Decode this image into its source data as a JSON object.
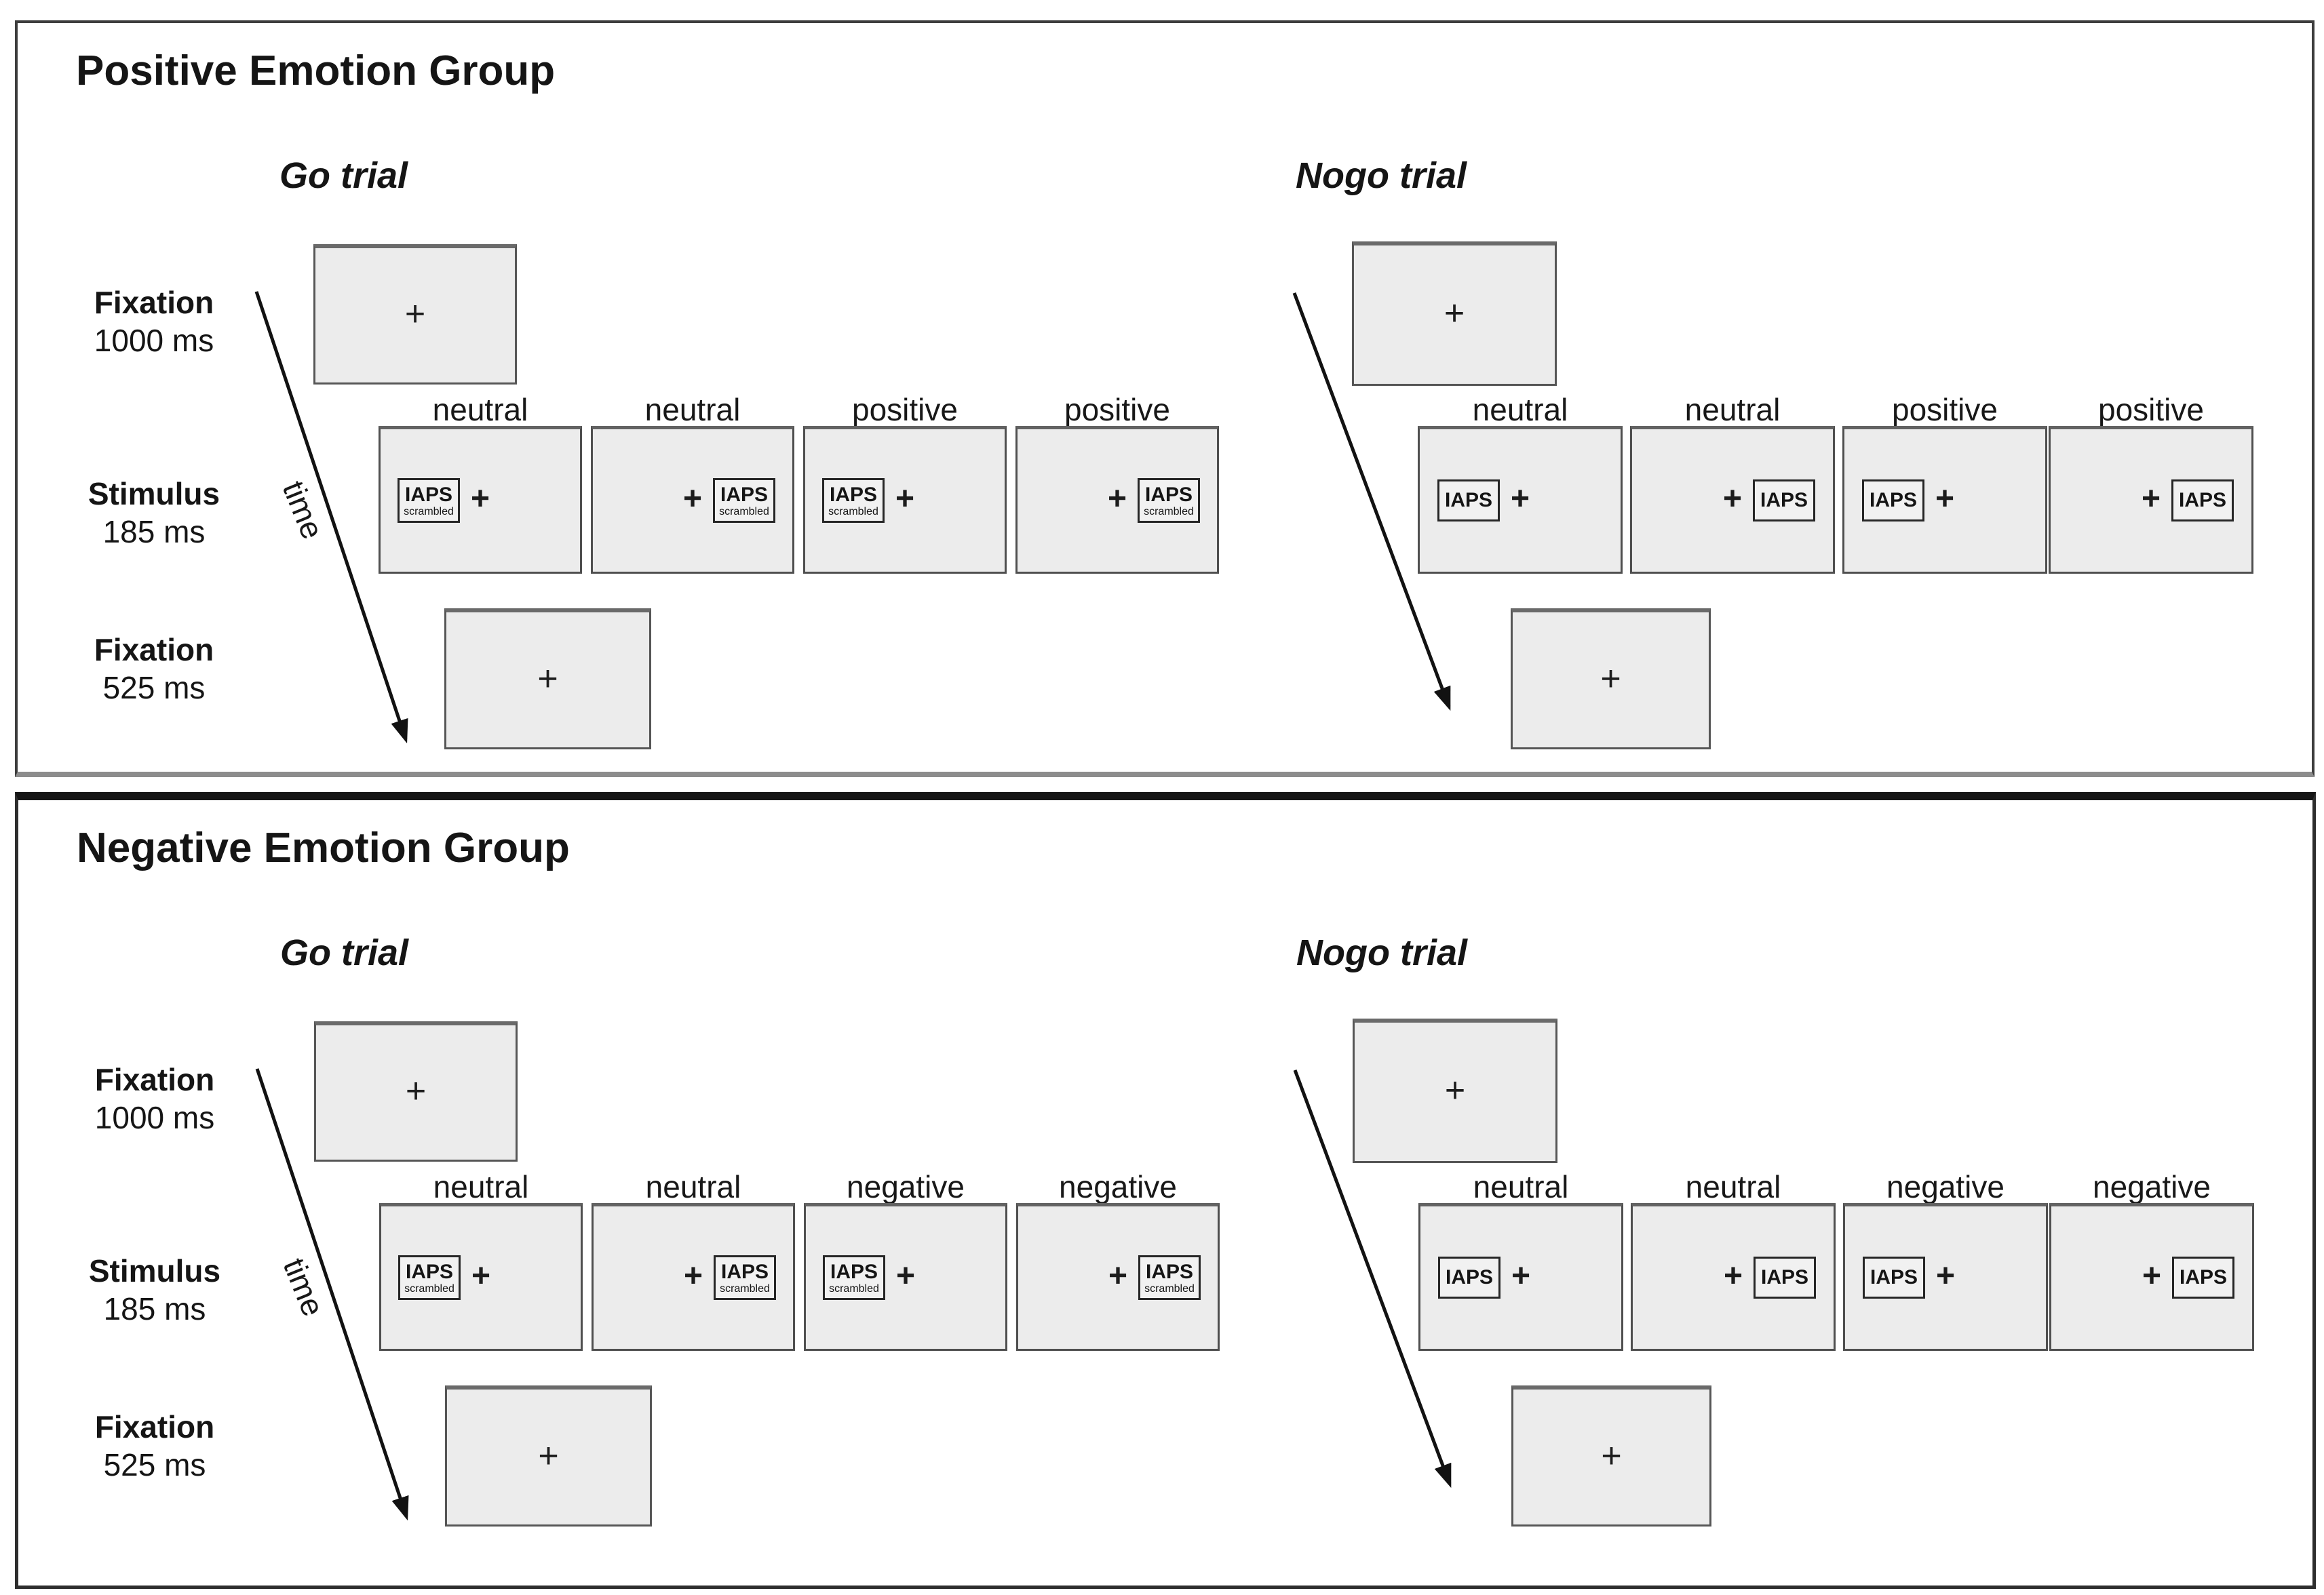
{
  "figure": {
    "background_color": "#ffffff",
    "screen_fill_color": "#ececec",
    "symbols": {
      "fixation_cross": "+"
    },
    "time_axis_label": "time",
    "panels": [
      {
        "title": "Positive Emotion Group",
        "row_labels": [
          {
            "name": "Fixation",
            "duration": "1000 ms"
          },
          {
            "name": "Stimulus",
            "duration": "185 ms"
          },
          {
            "name": "Fixation",
            "duration": "525 ms"
          }
        ],
        "trials": [
          {
            "title": "Go trial",
            "type": "go",
            "image_tag": "IAPS",
            "image_subtag": "scrambled",
            "stimuli": [
              {
                "label": "neutral",
                "image_side": "left"
              },
              {
                "label": "neutral",
                "image_side": "right"
              },
              {
                "label": "positive",
                "image_side": "left"
              },
              {
                "label": "positive",
                "image_side": "right"
              }
            ]
          },
          {
            "title": "Nogo trial",
            "type": "nogo",
            "image_tag": "IAPS",
            "stimuli": [
              {
                "label": "neutral",
                "image_side": "left"
              },
              {
                "label": "neutral",
                "image_side": "right"
              },
              {
                "label": "positive",
                "image_side": "left"
              },
              {
                "label": "positive",
                "image_side": "right"
              }
            ]
          }
        ]
      },
      {
        "title": "Negative Emotion Group",
        "row_labels": [
          {
            "name": "Fixation",
            "duration": "1000 ms"
          },
          {
            "name": "Stimulus",
            "duration": "185 ms"
          },
          {
            "name": "Fixation",
            "duration": "525 ms"
          }
        ],
        "trials": [
          {
            "title": "Go trial",
            "type": "go",
            "image_tag": "IAPS",
            "image_subtag": "scrambled",
            "stimuli": [
              {
                "label": "neutral",
                "image_side": "left"
              },
              {
                "label": "neutral",
                "image_side": "right"
              },
              {
                "label": "negative",
                "image_side": "left"
              },
              {
                "label": "negative",
                "image_side": "right"
              }
            ]
          },
          {
            "title": "Nogo trial",
            "type": "nogo",
            "image_tag": "IAPS",
            "stimuli": [
              {
                "label": "neutral",
                "image_side": "left"
              },
              {
                "label": "neutral",
                "image_side": "right"
              },
              {
                "label": "negative",
                "image_side": "left"
              },
              {
                "label": "negative",
                "image_side": "right"
              }
            ]
          }
        ]
      }
    ]
  }
}
